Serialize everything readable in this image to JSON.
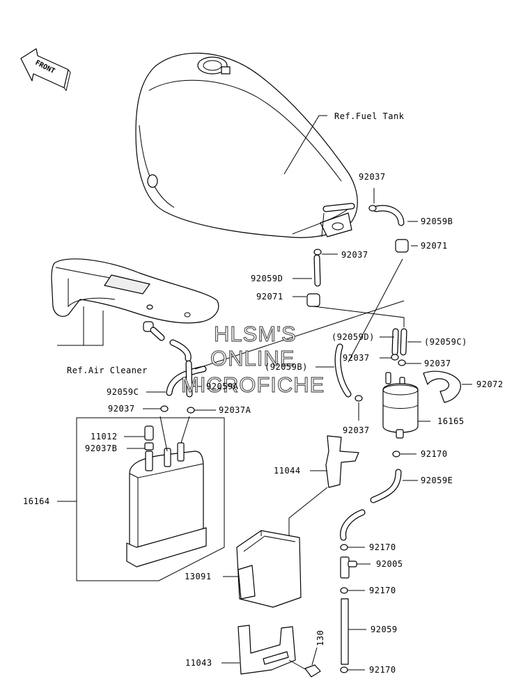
{
  "front_label": "FRONT",
  "references": {
    "fuel_tank": "Ref.Fuel Tank",
    "air_cleaner": "Ref.Air Cleaner"
  },
  "watermark": {
    "line1": "HLSM'S",
    "line2": "ONLINE",
    "line3": "MICROFICHE"
  },
  "callouts": {
    "c92037_a": "92037",
    "c92059B": "92059B",
    "c92037_b": "92037",
    "c92071_a": "92071",
    "c92059D": "92059D",
    "c92071_b": "92071",
    "c92059D_p": "(92059D)",
    "c92059C_p": "(92059C)",
    "c92059B_p": "(92059B)",
    "c92037_c": "92037",
    "c92037_d": "92037",
    "c92072": "92072",
    "c92059C": "92059C",
    "c92059A": "92059A",
    "c92037_e": "92037",
    "c92037A": "92037A",
    "c92037_f": "92037",
    "c16165": "16165",
    "c11012": "11012",
    "c92037B": "92037B",
    "c92170_a": "92170",
    "c11044": "11044",
    "c92059E": "92059E",
    "c16164": "16164",
    "c92170_b": "92170",
    "c92005": "92005",
    "c13091": "13091",
    "c92170_c": "92170",
    "c92059": "92059",
    "c130": "130",
    "c11043": "11043",
    "c92170_d": "92170"
  }
}
